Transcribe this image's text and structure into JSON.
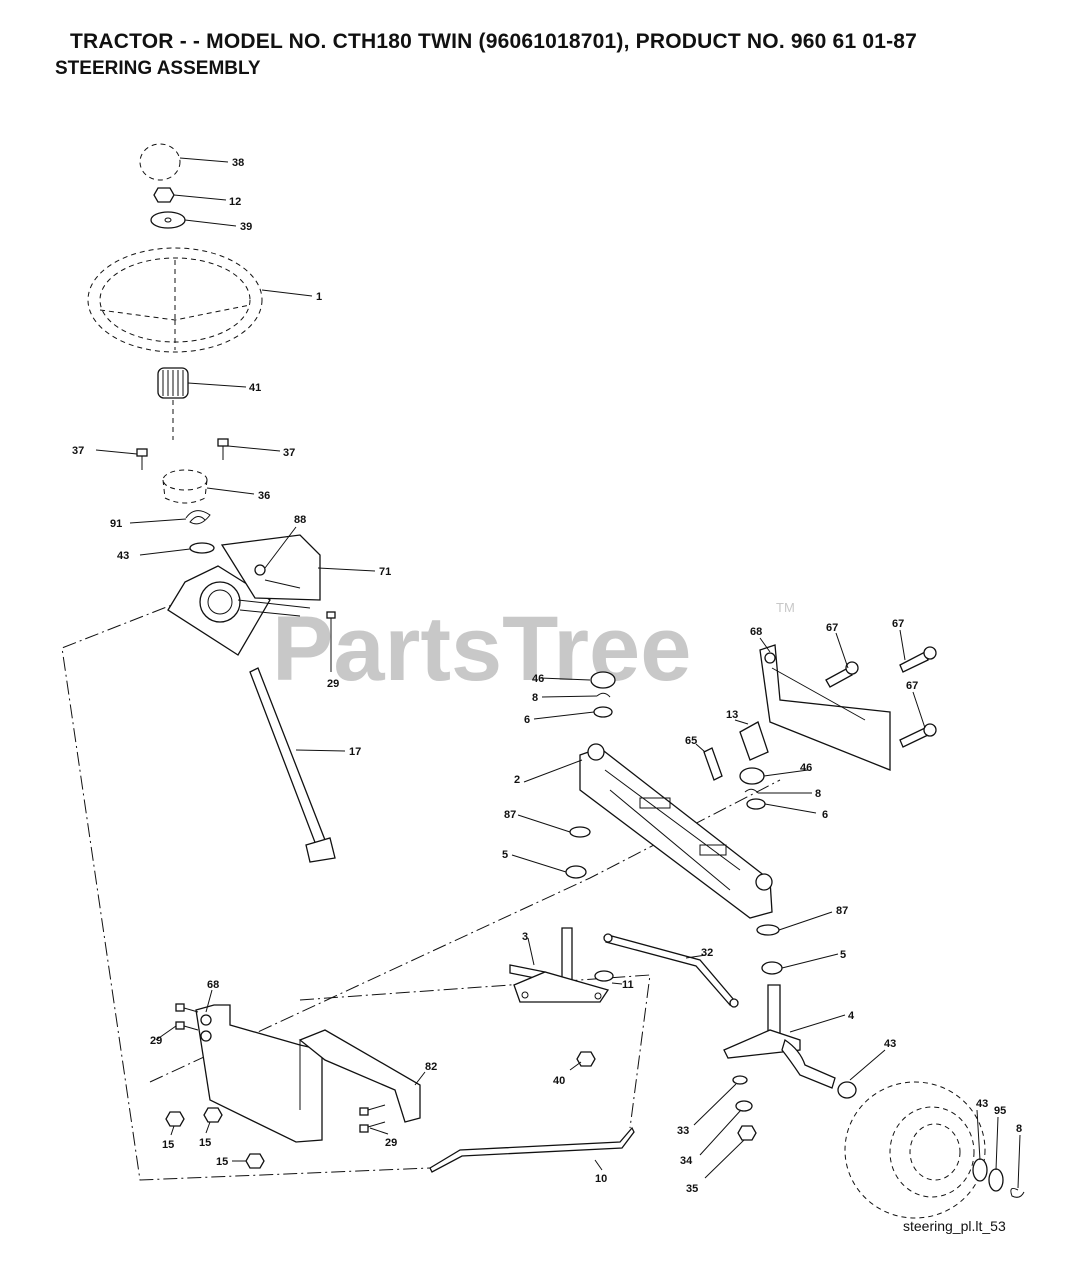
{
  "header": {
    "title": "TRACTOR - - MODEL NO. CTH180 TWIN (96061018701), PRODUCT NO. 960 61 01-87",
    "subtitle": "STEERING ASSEMBLY"
  },
  "watermark": {
    "text": "PartsTree",
    "tm": "TM"
  },
  "footer": {
    "code": "steering_pl.lt_53"
  },
  "callouts": [
    "38",
    "12",
    "39",
    "1",
    "41",
    "37",
    "37",
    "36",
    "91",
    "88",
    "43",
    "71",
    "29",
    "17",
    "68",
    "67",
    "67",
    "67",
    "46",
    "8",
    "6",
    "13",
    "65",
    "2",
    "46",
    "8",
    "6",
    "87",
    "5",
    "87",
    "3",
    "32",
    "11",
    "5",
    "68",
    "29",
    "4",
    "43",
    "82",
    "40",
    "43",
    "95",
    "8",
    "15",
    "15",
    "29",
    "33",
    "34",
    "15",
    "10",
    "35"
  ],
  "colors": {
    "ink": "#111111",
    "watermark": "#c8c8c8",
    "background": "#ffffff"
  }
}
